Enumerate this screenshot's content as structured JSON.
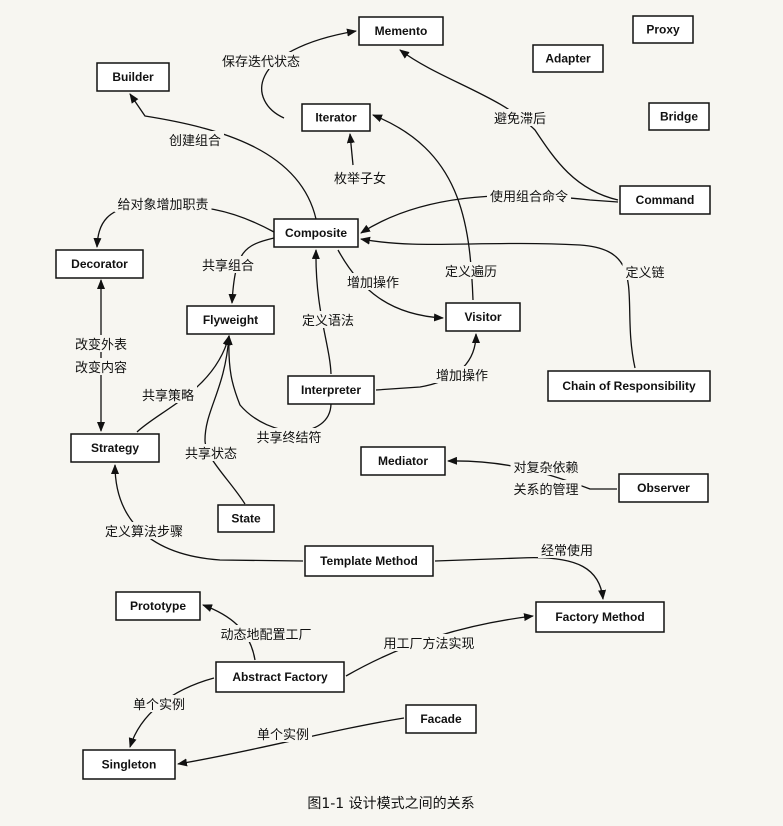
{
  "diagram": {
    "nodes": [
      {
        "id": "memento",
        "label": "Memento"
      },
      {
        "id": "proxy",
        "label": "Proxy"
      },
      {
        "id": "adapter",
        "label": "Adapter"
      },
      {
        "id": "builder",
        "label": "Builder"
      },
      {
        "id": "iterator",
        "label": "Iterator"
      },
      {
        "id": "bridge",
        "label": "Bridge"
      },
      {
        "id": "command",
        "label": "Command"
      },
      {
        "id": "composite",
        "label": "Composite"
      },
      {
        "id": "decorator",
        "label": "Decorator"
      },
      {
        "id": "flyweight",
        "label": "Flyweight"
      },
      {
        "id": "visitor",
        "label": "Visitor"
      },
      {
        "id": "interpreter",
        "label": "Interpreter"
      },
      {
        "id": "chain",
        "label": "Chain of Responsibility"
      },
      {
        "id": "strategy",
        "label": "Strategy"
      },
      {
        "id": "mediator",
        "label": "Mediator"
      },
      {
        "id": "observer",
        "label": "Observer"
      },
      {
        "id": "state",
        "label": "State"
      },
      {
        "id": "template",
        "label": "Template Method"
      },
      {
        "id": "prototype",
        "label": "Prototype"
      },
      {
        "id": "factory-method",
        "label": "Factory Method"
      },
      {
        "id": "abstract-factory",
        "label": "Abstract Factory"
      },
      {
        "id": "facade",
        "label": "Facade"
      },
      {
        "id": "singleton",
        "label": "Singleton"
      }
    ],
    "edges": [
      {
        "id": "iterator-memento",
        "label": "保存迭代状态"
      },
      {
        "id": "composite-builder",
        "label": "创建组合"
      },
      {
        "id": "command-memento",
        "label": "避免滞后"
      },
      {
        "id": "composite-iterator",
        "label": "枚举子女"
      },
      {
        "id": "composite-decorator",
        "label": "给对象增加职责"
      },
      {
        "id": "command-composite",
        "label": "使用组合命令"
      },
      {
        "id": "visitor-iterator",
        "label": "定义遍历"
      },
      {
        "id": "chain-composite",
        "label": "定义链"
      },
      {
        "id": "composite-flyweight",
        "label": "共享组合"
      },
      {
        "id": "composite-visitor",
        "label": "增加操作"
      },
      {
        "id": "interpreter-composite",
        "label": "定义语法"
      },
      {
        "id": "decorator-strategy",
        "label": "改变外表|改变内容"
      },
      {
        "id": "interpreter-visitor",
        "label": "增加操作"
      },
      {
        "id": "strategy-flyweight",
        "label": "共享策略"
      },
      {
        "id": "interpreter-flyweight",
        "label": "共享终结符"
      },
      {
        "id": "state-flyweight",
        "label": "共享状态"
      },
      {
        "id": "observer-mediator",
        "label": "对复杂依赖|关系的管理"
      },
      {
        "id": "template-strategy",
        "label": "定义算法步骤"
      },
      {
        "id": "template-factory",
        "label": "经常使用"
      },
      {
        "id": "abstract-prototype",
        "label": "动态地配置工厂"
      },
      {
        "id": "abstract-factory-method",
        "label": "用工厂方法实现"
      },
      {
        "id": "abstract-singleton",
        "label": "单个实例"
      },
      {
        "id": "facade-singleton",
        "label": "单个实例"
      }
    ]
  },
  "caption": "图1-1   设计模式之间的关系"
}
